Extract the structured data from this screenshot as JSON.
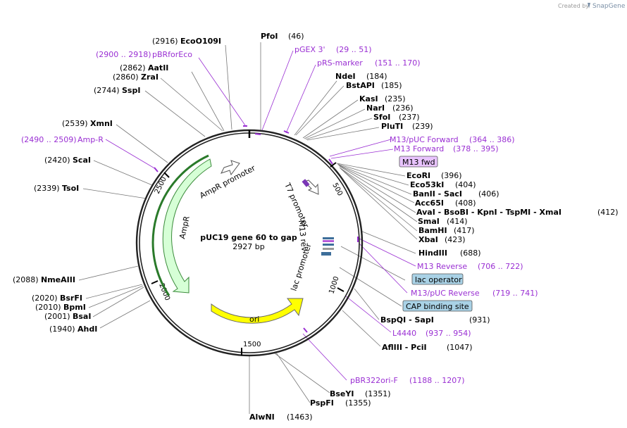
{
  "brand": {
    "created_by": "Created by",
    "name": "SnapGene"
  },
  "plasmid": {
    "name": "pUC19 gene 60 to gap",
    "length": "2927 bp"
  },
  "ticks": [
    "500",
    "1000",
    "1500",
    "2000",
    "2500"
  ],
  "features": {
    "ampr_promoter": "AmpR promoter",
    "ampr": "AmpR",
    "t7_promoter": "T7 promoter",
    "m13_rev": "M13 rev",
    "lac_promoter": "lac promoter",
    "ori": "ori"
  },
  "boxed": {
    "m13_fwd": "M13 fwd",
    "lac_operator": "lac operator",
    "cap_site": "CAP binding site"
  },
  "sites_right": [
    {
      "name": "PfoI",
      "pos": "(46)"
    },
    {
      "name": "NdeI",
      "pos": "(184)"
    },
    {
      "name": "BstAPI",
      "pos": "(185)"
    },
    {
      "name": "KasI",
      "pos": "(235)"
    },
    {
      "name": "NarI",
      "pos": "(236)"
    },
    {
      "name": "SfoI",
      "pos": "(237)"
    },
    {
      "name": "PluTI",
      "pos": "(239)"
    },
    {
      "name": "EcoRI",
      "pos": "(396)"
    },
    {
      "name": "Eco53kI",
      "pos": "(404)"
    },
    {
      "name": "BanII - SacI",
      "pos": "(406)"
    },
    {
      "name": "Acc65I",
      "pos": "(408)"
    },
    {
      "name": "AvaI - BsoBI - KpnI - TspMI - XmaI",
      "pos": "(412)"
    },
    {
      "name": "SmaI",
      "pos": "(414)"
    },
    {
      "name": "BamHI",
      "pos": "(417)"
    },
    {
      "name": "XbaI",
      "pos": "(423)"
    },
    {
      "name": "HindIII",
      "pos": "(688)"
    },
    {
      "name": "BspQI - SapI",
      "pos": "(931)"
    },
    {
      "name": "AflIII - PciI",
      "pos": "(1047)"
    },
    {
      "name": "BseYI",
      "pos": "(1351)"
    },
    {
      "name": "PspFI",
      "pos": "(1355)"
    },
    {
      "name": "AlwNI",
      "pos": "(1463)"
    }
  ],
  "sites_left": [
    {
      "name": "EcoO109I",
      "pos": "(2916)"
    },
    {
      "name": "AatII",
      "pos": "(2862)"
    },
    {
      "name": "ZraI",
      "pos": "(2860)"
    },
    {
      "name": "SspI",
      "pos": "(2744)"
    },
    {
      "name": "XmnI",
      "pos": "(2539)"
    },
    {
      "name": "ScaI",
      "pos": "(2420)"
    },
    {
      "name": "TsoI",
      "pos": "(2339)"
    },
    {
      "name": "NmeAIII",
      "pos": "(2088)"
    },
    {
      "name": "BsrFI",
      "pos": "(2020)"
    },
    {
      "name": "BpmI",
      "pos": "(2010)"
    },
    {
      "name": "BsaI",
      "pos": "(2001)"
    },
    {
      "name": "AhdI",
      "pos": "(1940)"
    }
  ],
  "primers": [
    {
      "name": "pGEX 3'",
      "range": "(29 .. 51)"
    },
    {
      "name": "pRS-marker",
      "range": "(151 .. 170)"
    },
    {
      "name": "M13/pUC Forward",
      "range": "(364 .. 386)"
    },
    {
      "name": "M13 Forward",
      "range": "(378 .. 395)"
    },
    {
      "name": "M13 Reverse",
      "range": "(706 .. 722)"
    },
    {
      "name": "M13/pUC Reverse",
      "range": "(719 .. 741)"
    },
    {
      "name": "L4440",
      "range": "(937 .. 954)"
    },
    {
      "name": "pBR322ori-F",
      "range": "(1188 .. 1207)"
    },
    {
      "name": "pBRforEco",
      "range": "(2900 .. 2918)"
    },
    {
      "name": "Amp-R",
      "range": "(2490 .. 2509)"
    }
  ],
  "colors": {
    "backbone": "#222222",
    "primer": "#9a2fd3",
    "ampr_fill": "#d6ffd6",
    "ampr_stroke": "#3a8a3a",
    "ori_fill": "#ffff00",
    "m13_fwd_box": "#e9c4ff",
    "lac_box": "#a9d2e6"
  }
}
